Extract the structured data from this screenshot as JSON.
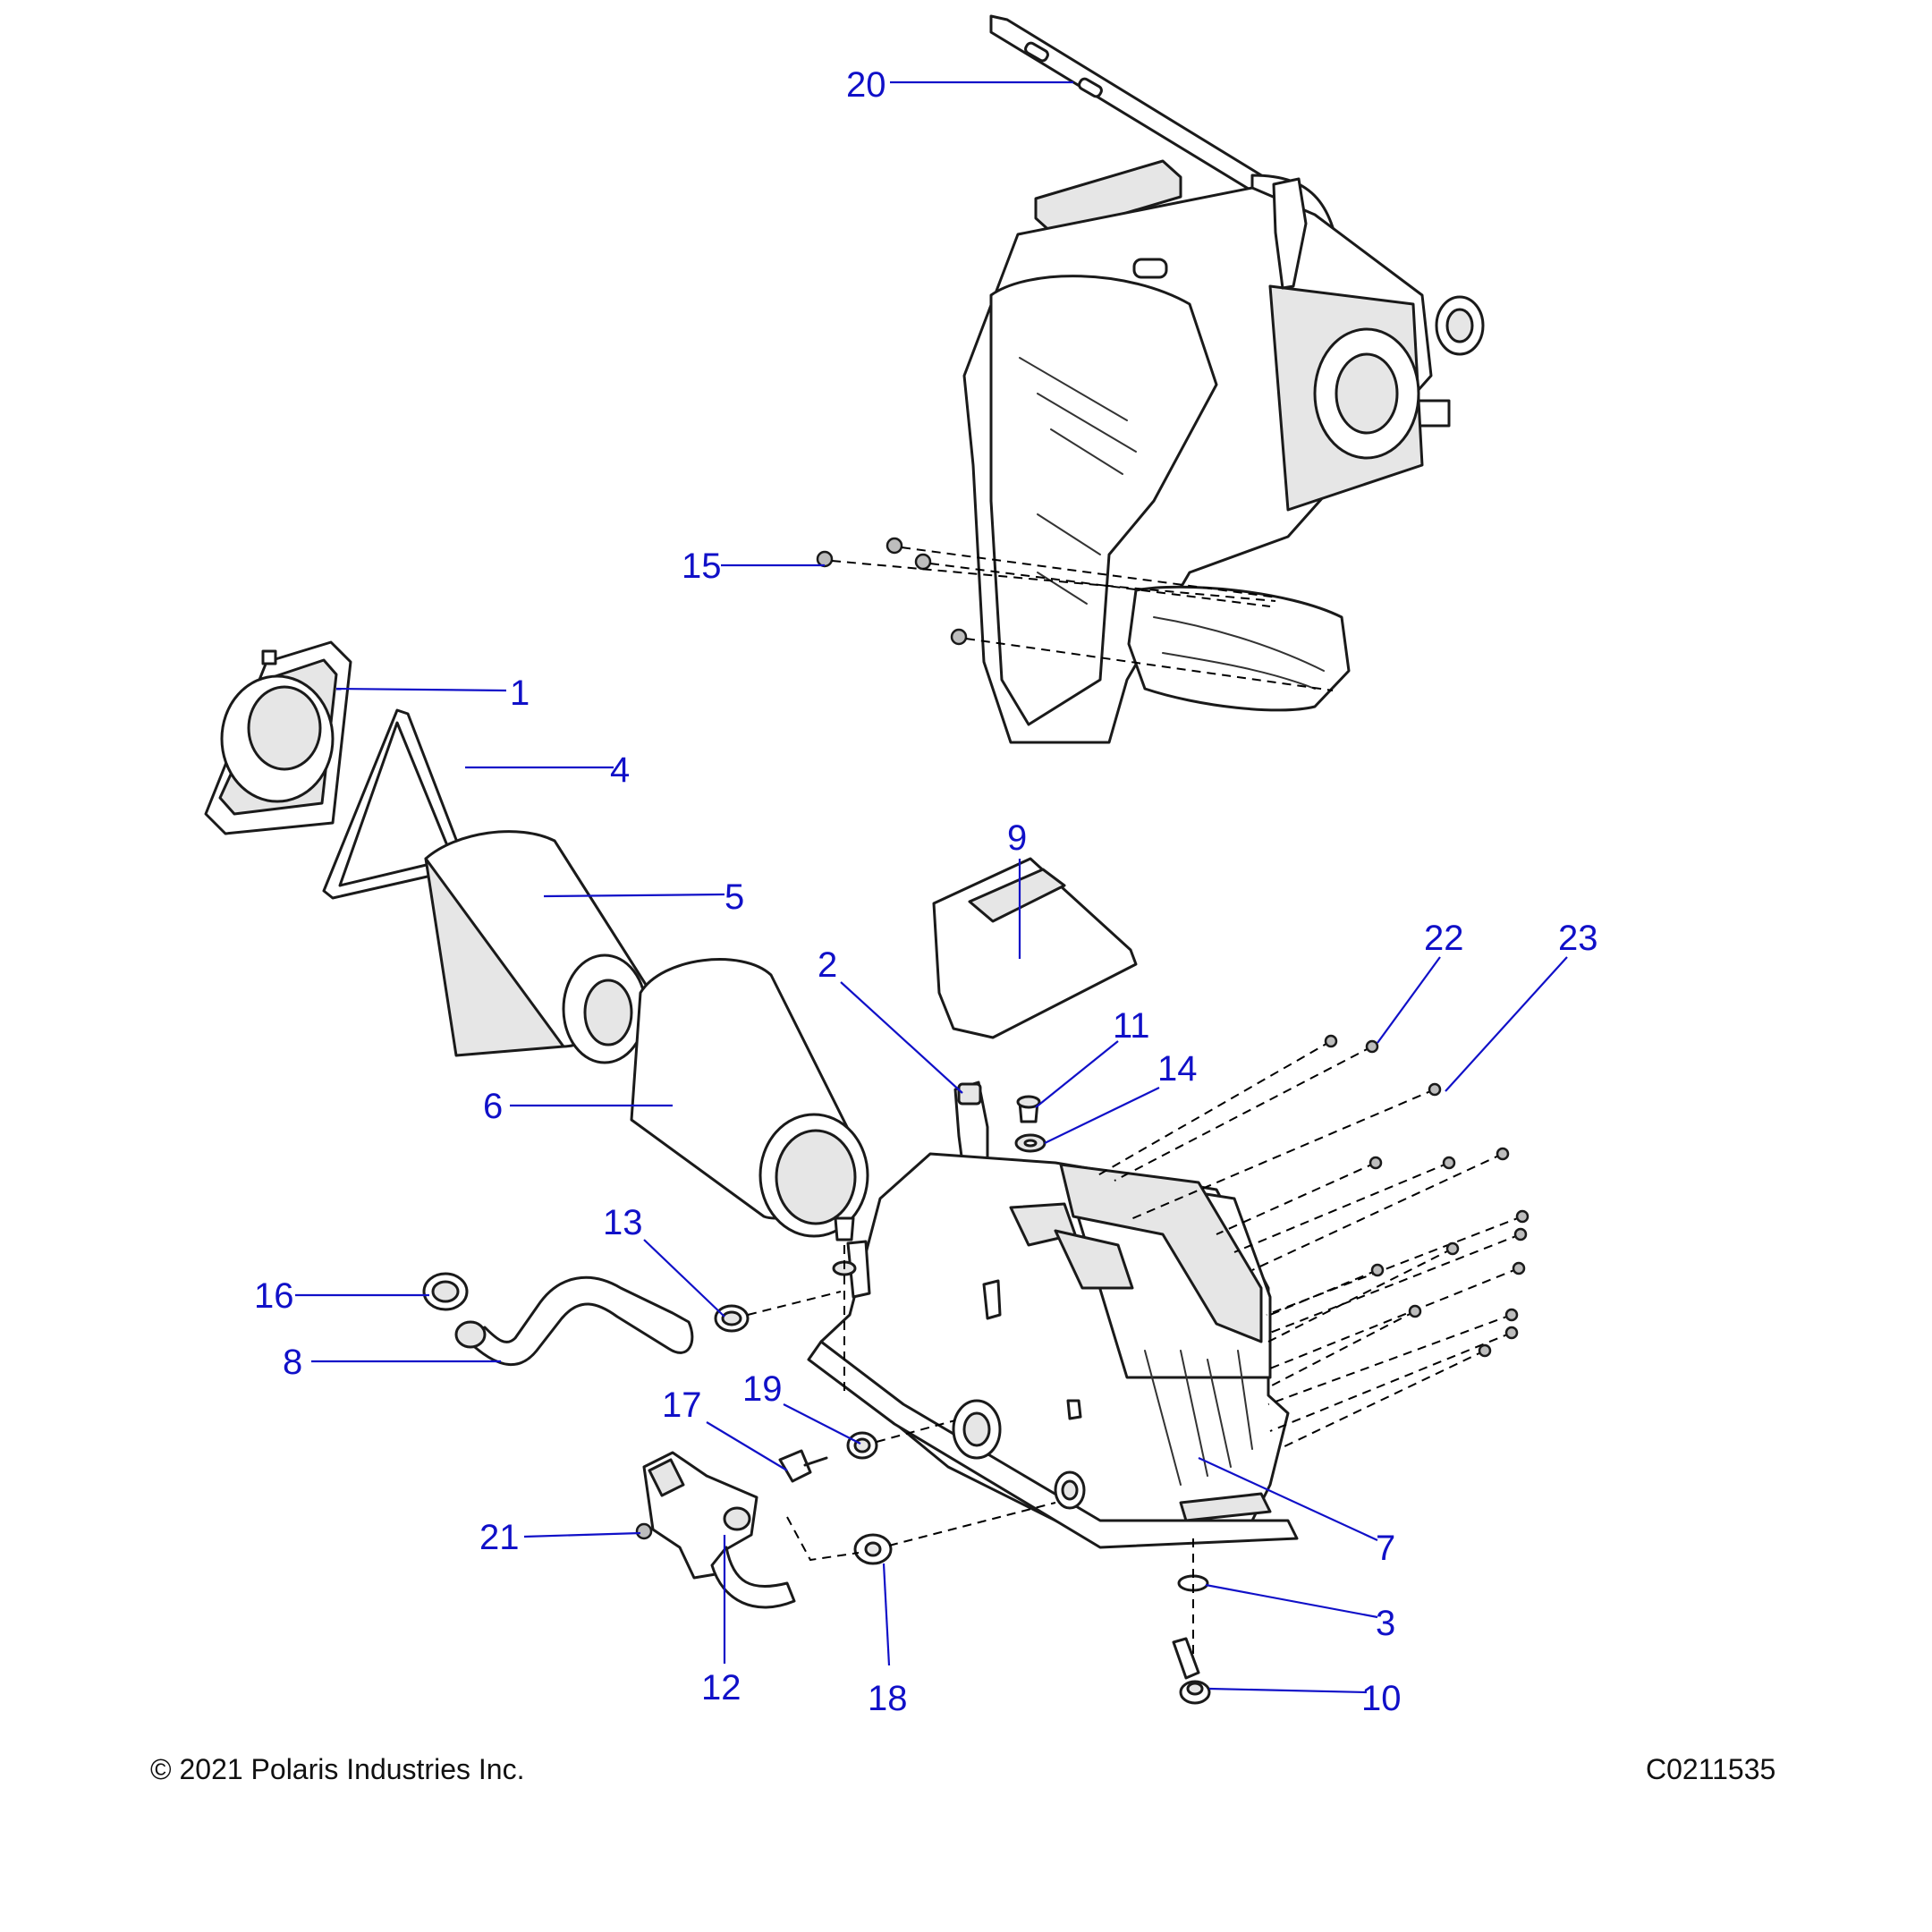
{
  "diagram": {
    "callouts": [
      "20",
      "15",
      "1",
      "4",
      "5",
      "9",
      "2",
      "22",
      "23",
      "11",
      "14",
      "6",
      "13",
      "16",
      "8",
      "19",
      "17",
      "21",
      "12",
      "18",
      "7",
      "3",
      "10"
    ]
  },
  "footer": {
    "copyright": "© 2021 Polaris Industries Inc.",
    "drawing_number": "C0211535"
  },
  "colors": {
    "callout": "#1010c8",
    "linework": "#1a1a1a",
    "background": "#ffffff"
  }
}
